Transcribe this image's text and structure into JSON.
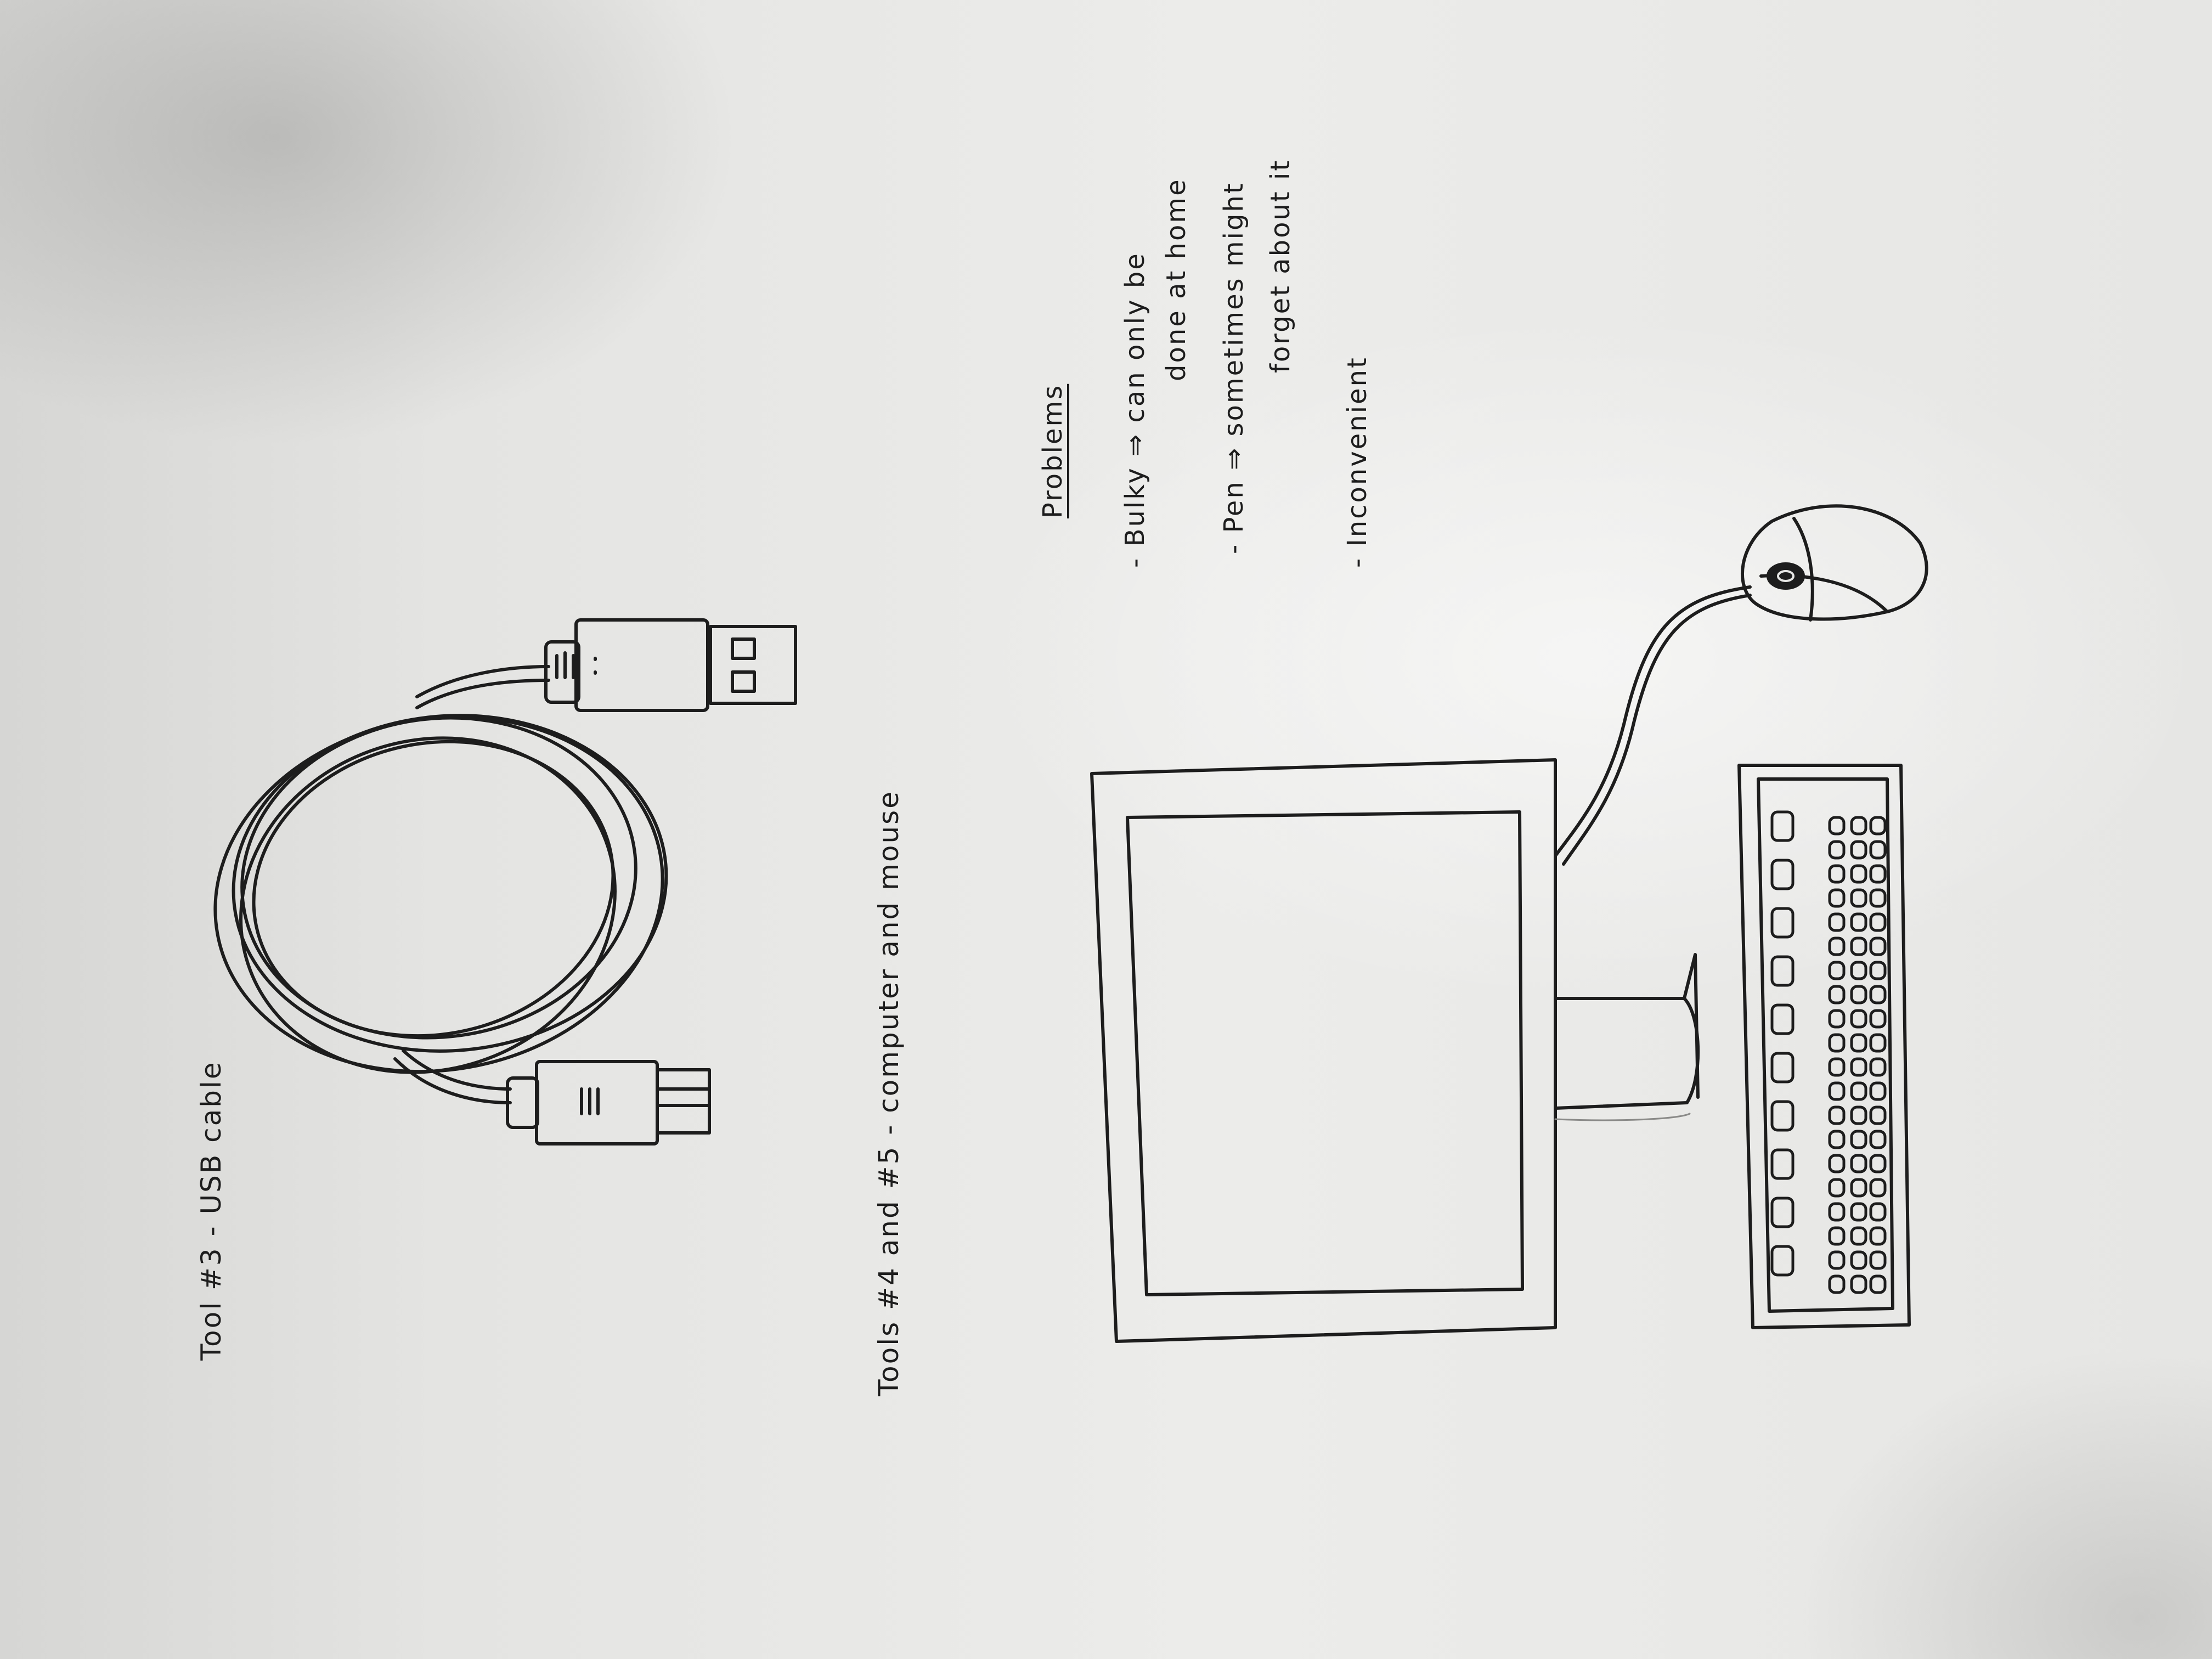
{
  "labels": {
    "tool3": "Tool #3 - USB cable",
    "tools45": "Tools #4 and #5 - computer and mouse"
  },
  "problems": {
    "heading": "Problems",
    "items": [
      {
        "line1": "- Bulky ⇒ can only be",
        "line2": "done at home"
      },
      {
        "line1": "- Pen ⇒ sometimes might",
        "line2": "forget about it"
      },
      {
        "line1": "- Inconvenient",
        "line2": ""
      }
    ]
  },
  "colors": {
    "paper": "#e7e7e5",
    "ink": "#1d1d1d"
  },
  "icons": [
    "usb-cable-icon",
    "monitor-icon",
    "mouse-icon",
    "keyboard-icon"
  ]
}
